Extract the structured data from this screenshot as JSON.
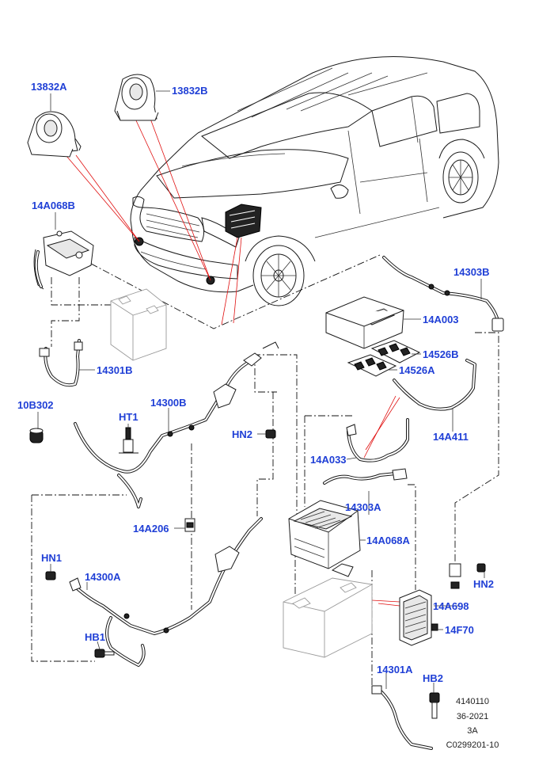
{
  "labels": {
    "p13832A": "13832A",
    "p13832B": "13832B",
    "p14A068B": "14A068B",
    "p14303B": "14303B",
    "p14A003": "14A003",
    "p14526B": "14526B",
    "p14526A": "14526A",
    "p14301B": "14301B",
    "p10B302": "10B302",
    "pHT1": "HT1",
    "p14300B": "14300B",
    "pHN2a": "HN2",
    "p14A411": "14A411",
    "p14A033": "14A033",
    "p14303A": "14303A",
    "p14A206": "14A206",
    "p14A068A": "14A068A",
    "pHN1": "HN1",
    "p14300A": "14300A",
    "pHN2b": "HN2",
    "p14A698": "14A698",
    "pHB1": "HB1",
    "p14F70": "14F70",
    "p14301A": "14301A",
    "pHB2": "HB2"
  },
  "reference": {
    "line1": "4140110",
    "line2": "36-2021",
    "line3": "3A",
    "line4": "C0299201-10"
  },
  "colors": {
    "label": "#1f3fd6",
    "leader": "#e01010",
    "line": "#1a1a1a"
  }
}
